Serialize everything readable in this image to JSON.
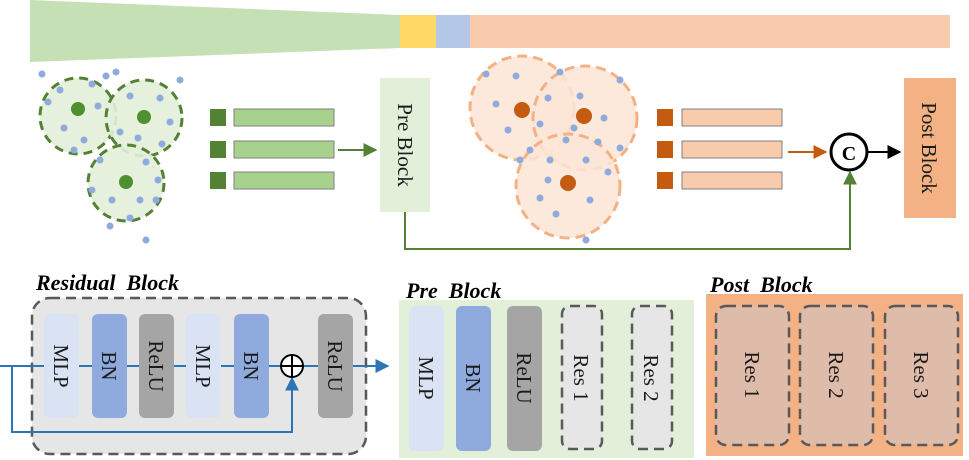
{
  "colors": {
    "green_fill": "#a9d18e",
    "green_dark": "#548235",
    "green_point": "#4e8f2f",
    "green_cone": "#c5e0b4",
    "yellow": "#ffd966",
    "blue_band": "#b4c7e7",
    "orange_fill": "#f8cbad",
    "orange_dark": "#c55a11",
    "orange_dash": "#f4b183",
    "blue_point": "#8faadc",
    "mlp": "#dae3f3",
    "bn": "#8faadc",
    "relu": "#a5a5a5",
    "residual_bg": "#e7e6e6",
    "pre_bg": "#e2f0d9",
    "post_bg": "#f4b183",
    "res_box": "#d0cece",
    "arrow_blue": "#2e75b6"
  },
  "top": {
    "pre_block_label": "Pre Block",
    "post_block_label": "Post Block",
    "concat_symbol": "C"
  },
  "residual_block": {
    "title": "Residual  Block",
    "layers": [
      "MLP",
      "BN",
      "ReLU",
      "MLP",
      "BN",
      "ReLU"
    ],
    "add_symbol": "+"
  },
  "pre_block": {
    "title": "Pre  Block",
    "layers": [
      "MLP",
      "BN",
      "ReLU"
    ],
    "res": [
      "Res 1",
      "Res 2"
    ]
  },
  "post_block": {
    "title": "Post  Block",
    "res": [
      "Res 1",
      "Res 2",
      "Res 3"
    ]
  }
}
